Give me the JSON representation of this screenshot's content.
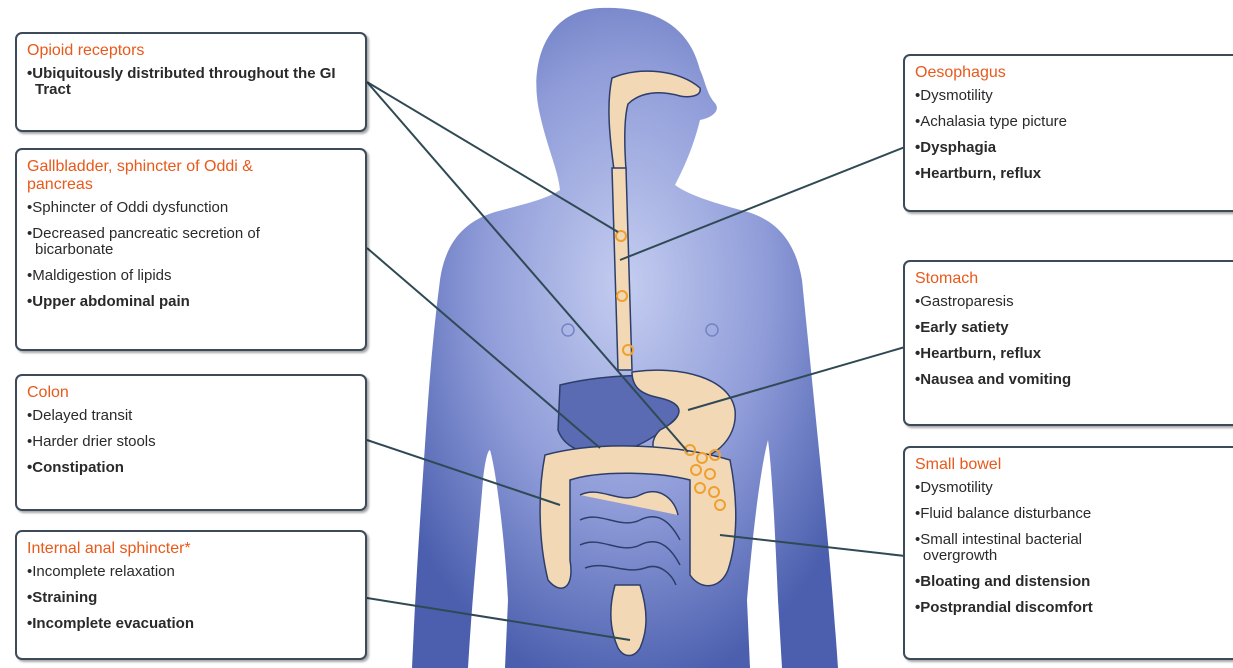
{
  "boxes": {
    "opioid": {
      "title": "Opioid receptors",
      "items": [
        {
          "text": "Ubiquitously distributed throughout the GI Tract",
          "bold": true
        }
      ]
    },
    "gallbladder": {
      "title": "Gallbladder, sphincter of Oddi & pancreas",
      "items": [
        {
          "text": "Sphincter of Oddi dysfunction",
          "bold": false
        },
        {
          "text": "Decreased pancreatic secretion of bicarbonate",
          "bold": false
        },
        {
          "text": "Maldigestion of lipids",
          "bold": false
        },
        {
          "text": "Upper abdominal pain",
          "bold": true
        }
      ]
    },
    "colon": {
      "title": "Colon",
      "items": [
        {
          "text": "Delayed transit",
          "bold": false
        },
        {
          "text": "Harder drier stools",
          "bold": false
        },
        {
          "text": "Constipation",
          "bold": true
        }
      ]
    },
    "anal": {
      "title": "Internal anal sphincter*",
      "items": [
        {
          "text": "Incomplete relaxation",
          "bold": false
        },
        {
          "text": "Straining",
          "bold": true
        },
        {
          "text": "Incomplete evacuation",
          "bold": true
        }
      ]
    },
    "oesophagus": {
      "title": "Oesophagus",
      "items": [
        {
          "text": "Dysmotility",
          "bold": false
        },
        {
          "text": "Achalasia type picture",
          "bold": false
        },
        {
          "text": "Dysphagia",
          "bold": true
        },
        {
          "text": "Heartburn, reflux",
          "bold": true
        }
      ]
    },
    "stomach": {
      "title": "Stomach",
      "items": [
        {
          "text": "Gastroparesis",
          "bold": false
        },
        {
          "text": "Early satiety",
          "bold": true
        },
        {
          "text": "Heartburn, reflux",
          "bold": true
        },
        {
          "text": "Nausea and vomiting",
          "bold": true
        }
      ]
    },
    "smallbowel": {
      "title": "Small bowel",
      "items": [
        {
          "text": "Dysmotility",
          "bold": false
        },
        {
          "text": "Fluid balance disturbance",
          "bold": false
        },
        {
          "text": "Small intestinal bacterial overgrowth",
          "bold": false
        },
        {
          "text": "Bloating and distension",
          "bold": true
        },
        {
          "text": "Postprandial discomfort",
          "bold": true
        }
      ]
    }
  },
  "colors": {
    "title": "#e8591a",
    "body_light": "#a9b4e2",
    "body_dark": "#5569b5",
    "organ": "#f2d8b4",
    "organ_outline": "#2c3e6a",
    "liver": "#5a6ab3",
    "receptor": "#f0a030",
    "connector": "#2f4a55"
  }
}
